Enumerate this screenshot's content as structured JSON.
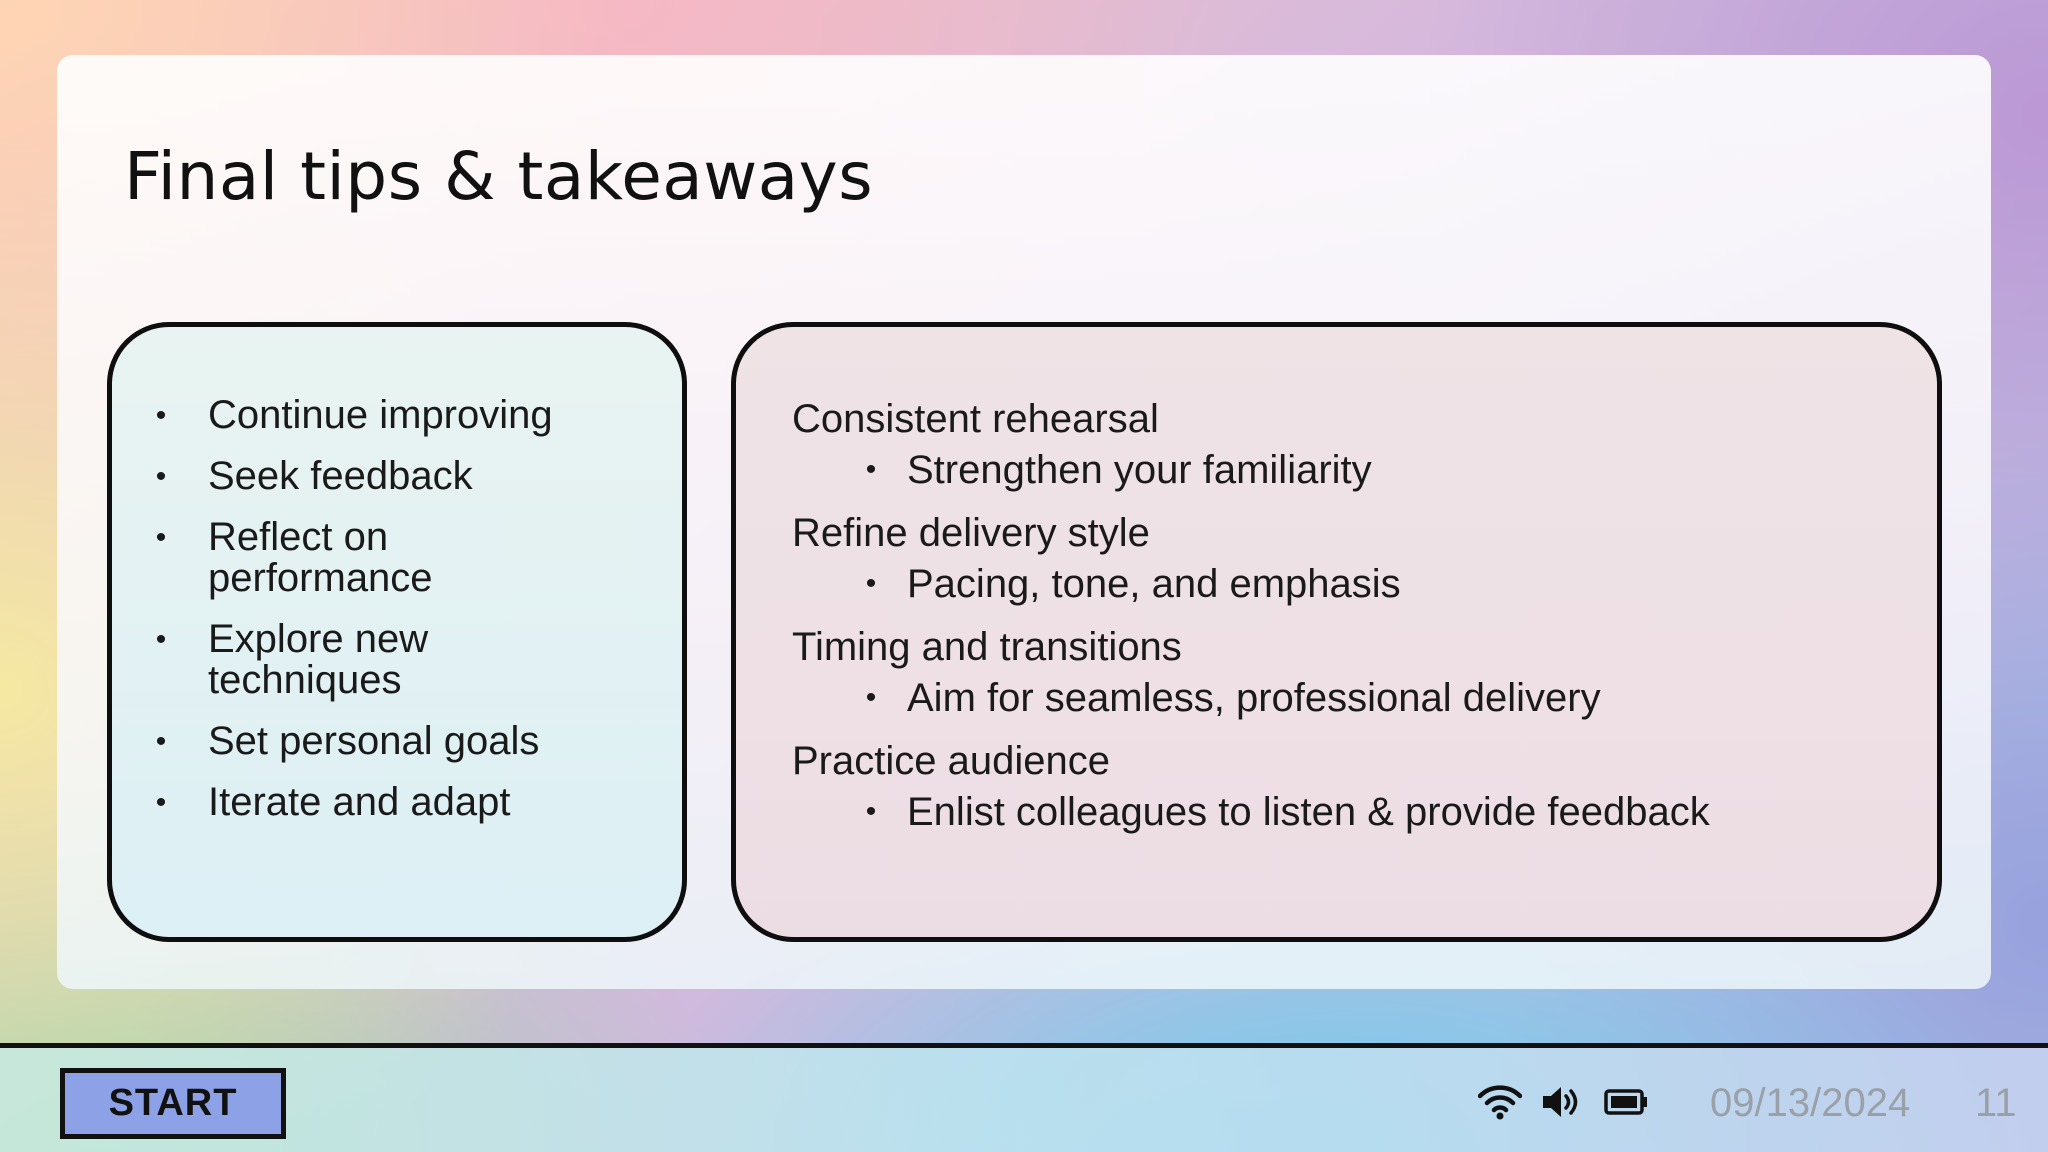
{
  "slide": {
    "title": "Final tips & takeaways",
    "left_panel": {
      "items": [
        {
          "line1": "Continue improving",
          "line2": ""
        },
        {
          "line1": "Seek feedback",
          "line2": ""
        },
        {
          "line1": "Reflect on",
          "line2": "performance"
        },
        {
          "line1": "Explore new",
          "line2": "techniques"
        },
        {
          "line1": "Set personal goals",
          "line2": ""
        },
        {
          "line1": "Iterate and adapt",
          "line2": ""
        }
      ]
    },
    "right_panel": {
      "topics": [
        {
          "heading": "Consistent rehearsal",
          "detail": "Strengthen your familiarity"
        },
        {
          "heading": "Refine delivery style",
          "detail": "Pacing, tone, and emphasis"
        },
        {
          "heading": "Timing and transitions",
          "detail": "Aim for seamless, professional delivery"
        },
        {
          "heading": "Practice audience",
          "detail": "Enlist colleagues to listen & provide feedback"
        }
      ]
    }
  },
  "taskbar": {
    "start_label": "START",
    "icons": [
      "wifi-icon",
      "volume-icon",
      "battery-icon"
    ],
    "date": "09/13/2024",
    "page_number": "11"
  },
  "colors": {
    "start_button": "#8da2e6",
    "panel_border": "#0e0e0e",
    "muted_text": "#9aa0a8"
  }
}
